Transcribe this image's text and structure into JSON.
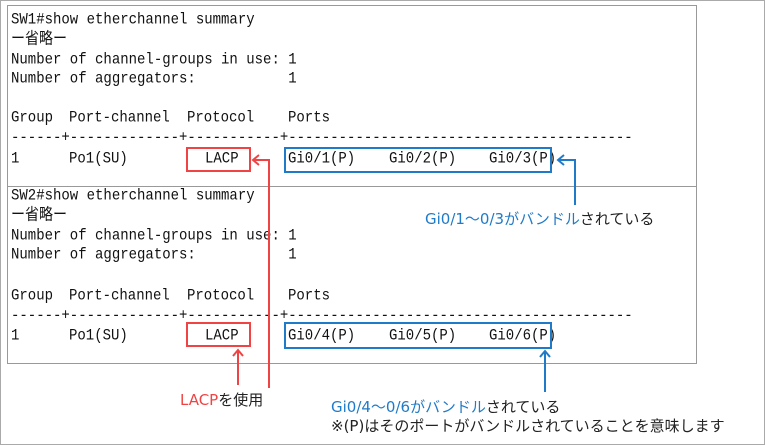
{
  "sw1": {
    "command": "SW1#show etherchannel summary",
    "omitted": "ー省略ー",
    "groups_line": "Number of channel-groups in use: 1",
    "aggregators_line": "Number of aggregators:           1",
    "header": {
      "group": "Group",
      "port_channel": "Port-channel",
      "protocol": "Protocol",
      "ports": "Ports"
    },
    "separator": "------+-------------+-----------+-----------------------------------------",
    "row": {
      "group": "1",
      "port_channel": "Po1(SU)",
      "protocol": "LACP",
      "ports": [
        "Gi0/1(P)",
        "Gi0/2(P)",
        "Gi0/3(P)"
      ]
    }
  },
  "sw2": {
    "command": "SW2#show etherchannel summary",
    "omitted": "ー省略ー",
    "groups_line": "Number of channel-groups in use: 1",
    "aggregators_line": "Number of aggregators:           1",
    "header": {
      "group": "Group",
      "port_channel": "Port-channel",
      "protocol": "Protocol",
      "ports": "Ports"
    },
    "separator": "------+-------------+-----------+-----------------------------------------",
    "row": {
      "group": "1",
      "port_channel": "Po1(SU)",
      "protocol": "LACP",
      "ports": [
        "Gi0/4(P)",
        "Gi0/5(P)",
        "Gi0/6(P)"
      ]
    }
  },
  "annotations": {
    "sw1_ports": {
      "highlight": "Gi0/1～0/3がバンドル",
      "rest": "されている"
    },
    "lacp": {
      "highlight": "LACP",
      "rest": "を使用"
    },
    "sw2_ports": {
      "highlight": "Gi0/4～0/6がバンドル",
      "rest": "されている"
    },
    "note": "※(P)はそのポートがバンドルされていることを意味します"
  },
  "colors": {
    "red": "#f04444",
    "blue": "#1f7bc8"
  }
}
